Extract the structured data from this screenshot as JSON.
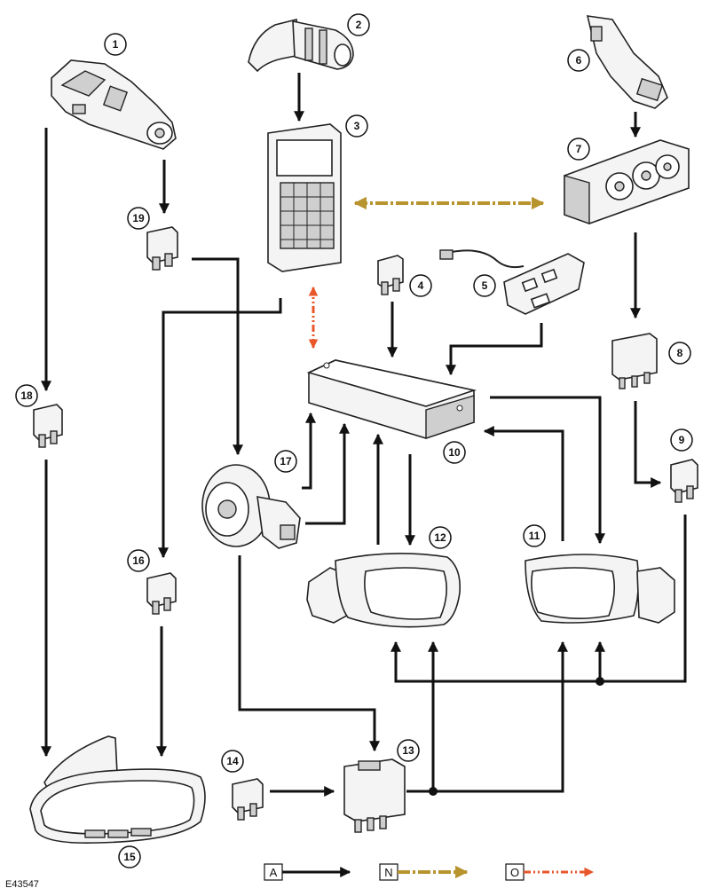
{
  "figure_ref": "E43547",
  "callouts": [
    "1",
    "2",
    "3",
    "4",
    "5",
    "6",
    "7",
    "8",
    "9",
    "10",
    "11",
    "12",
    "13",
    "14",
    "15",
    "16",
    "17",
    "18",
    "19"
  ],
  "legend": [
    {
      "letter": "A",
      "line_style": "solid",
      "color": "#111111"
    },
    {
      "letter": "N",
      "line_style": "dot-dash",
      "color": "#b8942f"
    },
    {
      "letter": "O",
      "line_style": "dash-dot-dot",
      "color": "#e8562a"
    }
  ],
  "colors": {
    "line": "#111111",
    "data_bus": "#b8942f",
    "diagnostic": "#e8562a"
  }
}
